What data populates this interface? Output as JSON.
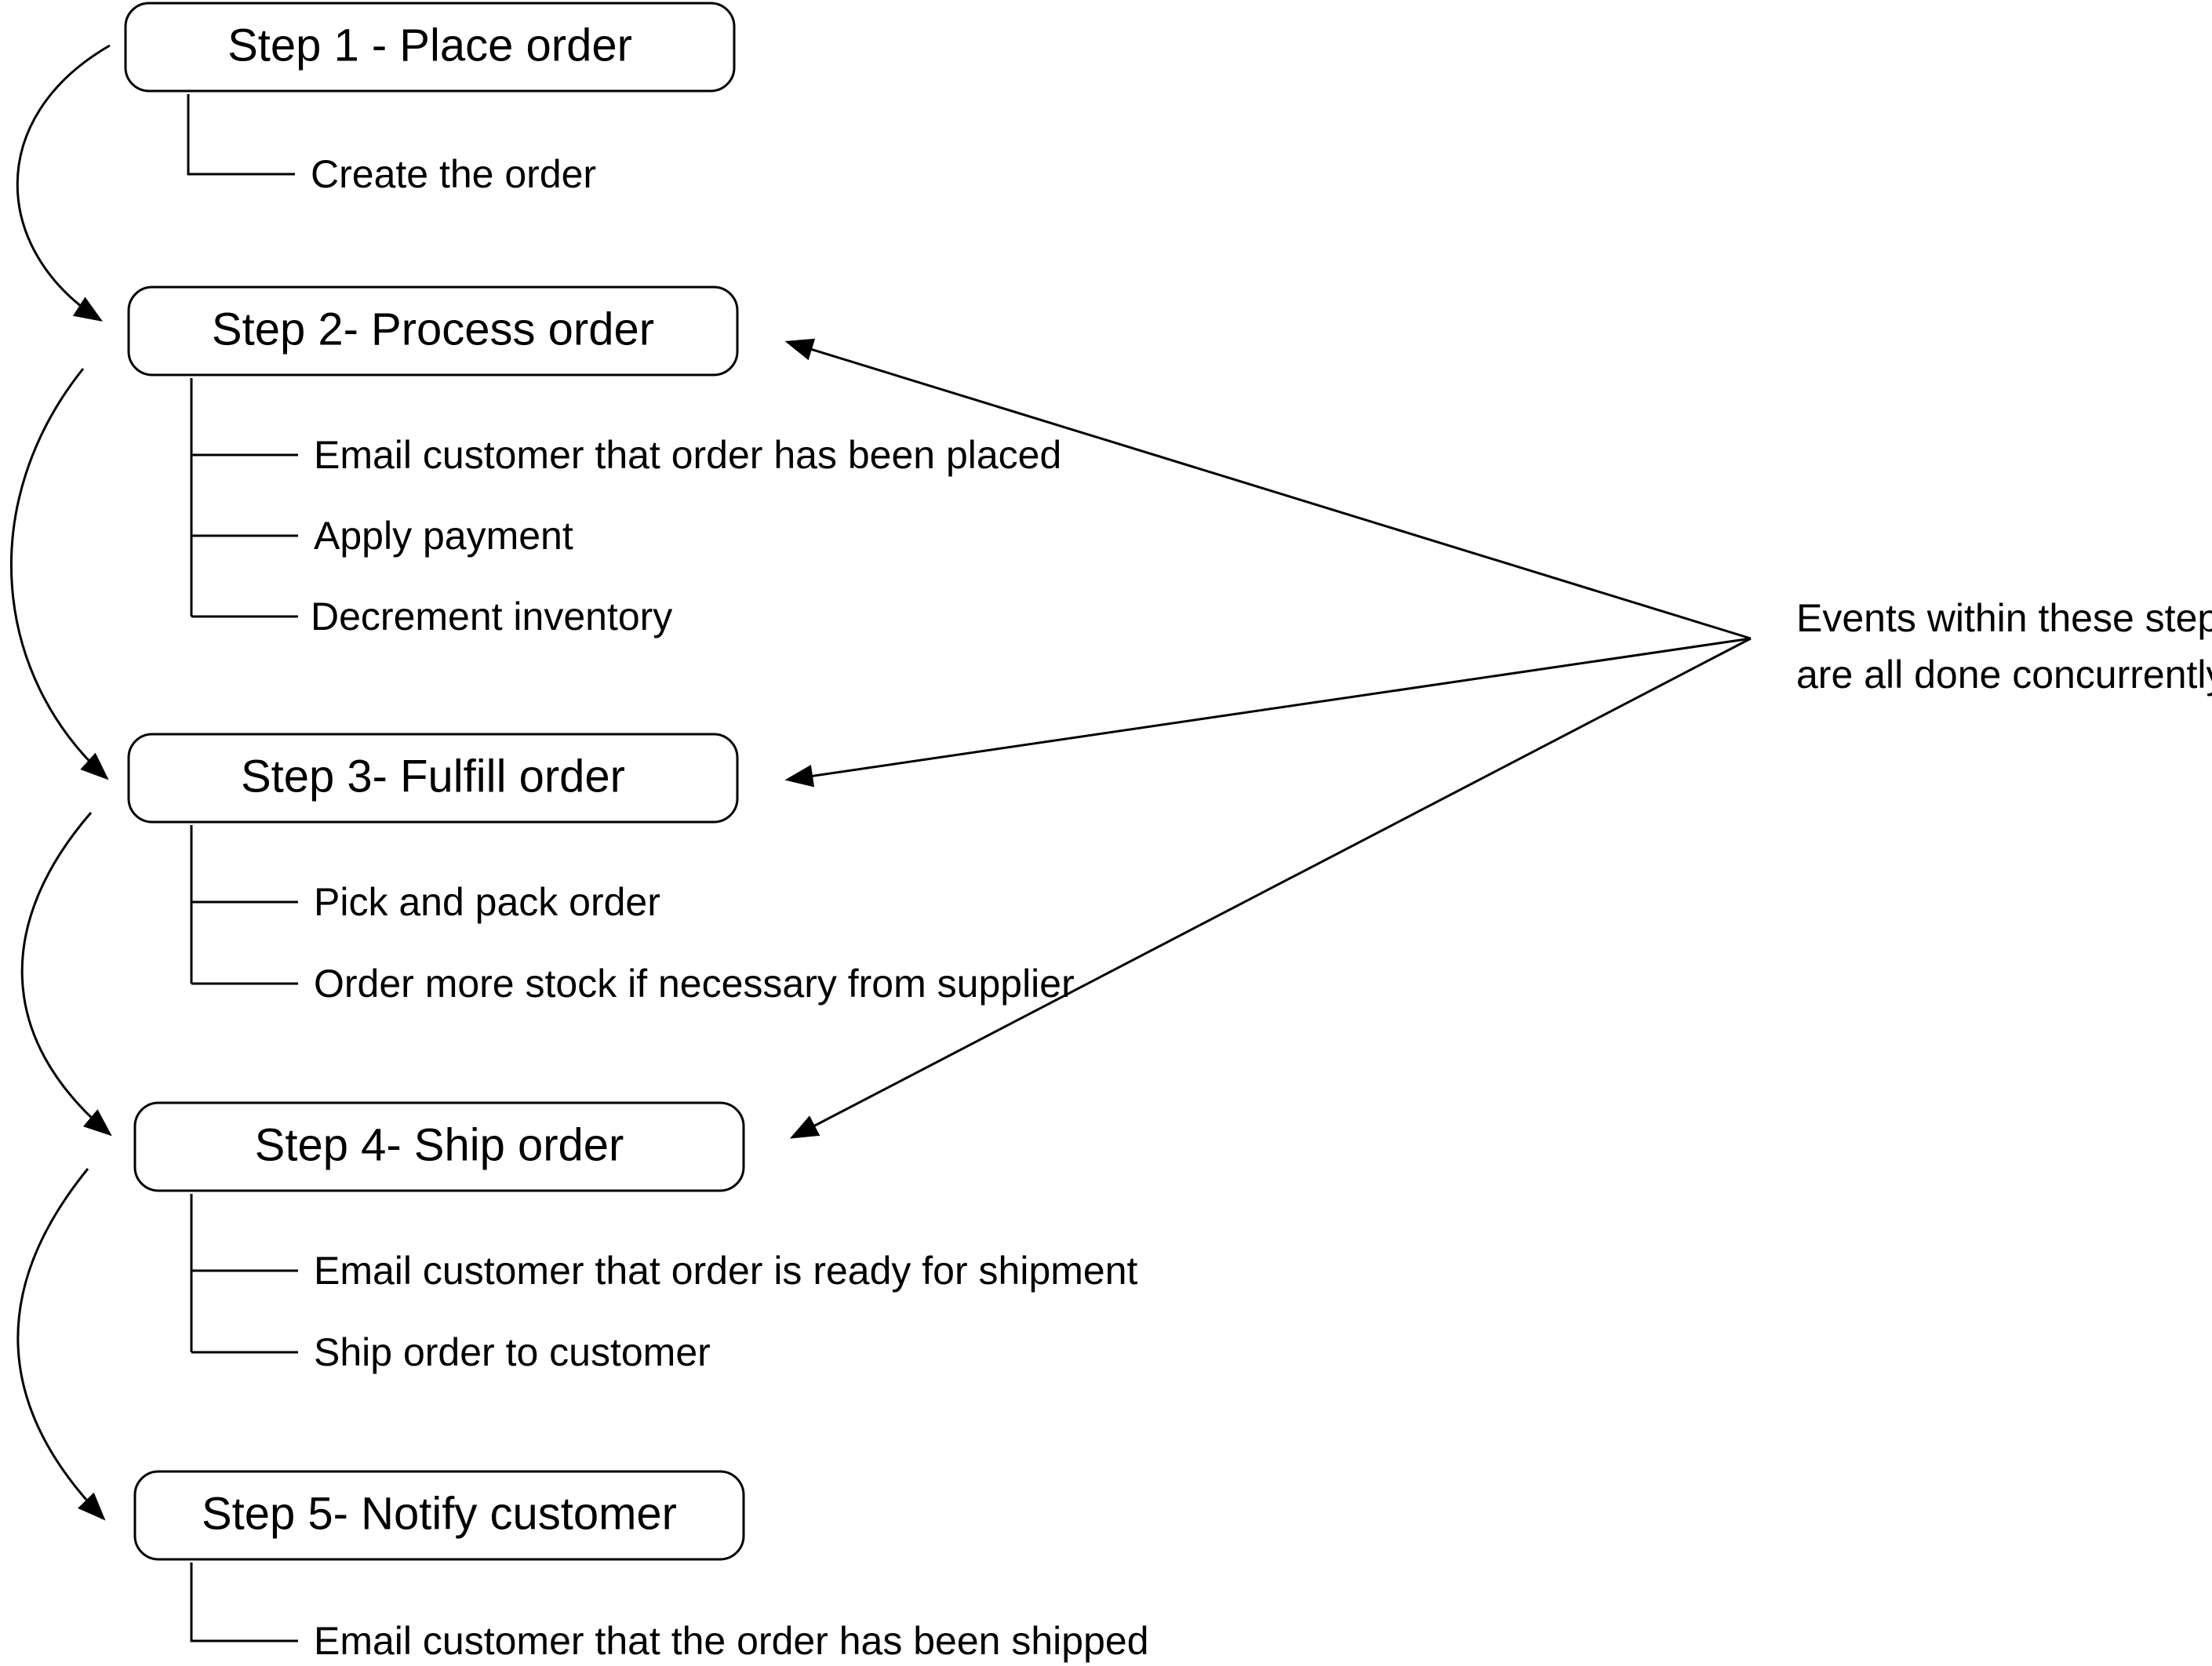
{
  "steps": [
    {
      "title": "Step 1 - Place order",
      "tasks": [
        "Create the order"
      ]
    },
    {
      "title": "Step 2- Process order",
      "tasks": [
        "Email customer that order has been placed",
        "Apply payment",
        "Decrement inventory"
      ]
    },
    {
      "title": "Step 3- Fulfill order",
      "tasks": [
        "Pick and pack order",
        "Order more stock if necessary from supplier"
      ]
    },
    {
      "title": "Step 4- Ship order",
      "tasks": [
        "Email customer that order is ready for shipment",
        "Ship order to customer"
      ]
    },
    {
      "title": "Step 5- Notify customer",
      "tasks": [
        "Email customer that the order has been shipped"
      ]
    }
  ],
  "note": {
    "lines": [
      "Events within these steps",
      "are all done concurrently"
    ]
  }
}
